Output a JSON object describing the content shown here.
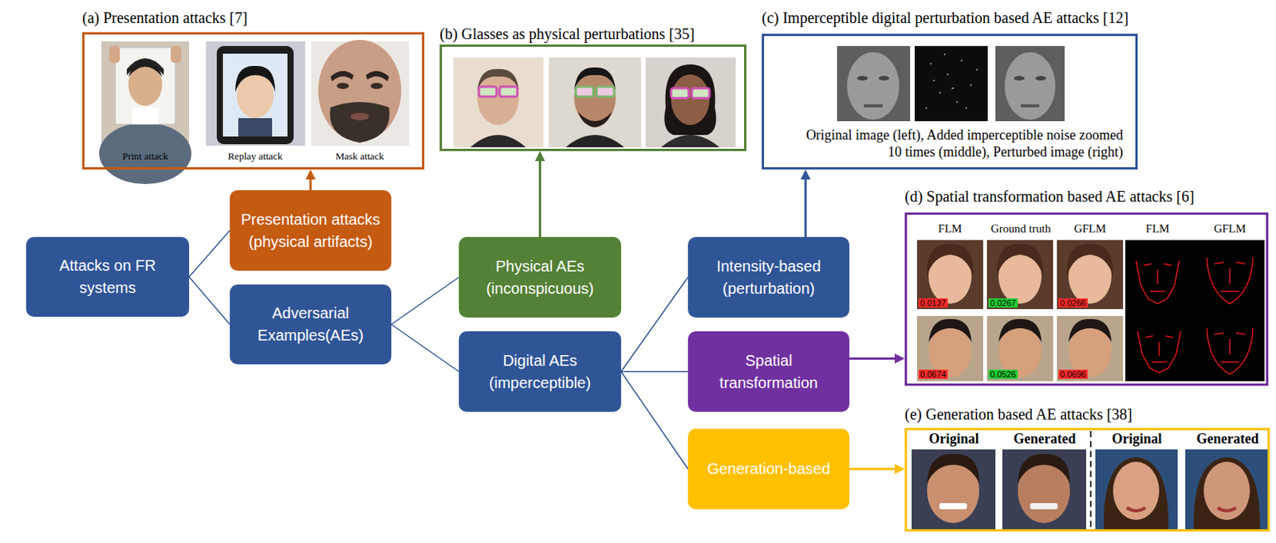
{
  "diagram": {
    "nodes": [
      {
        "text": [
          "Attacks on FR systems"
        ]
      },
      {
        "text": [
          "Presentation attacks (physical artifacts)"
        ]
      },
      {
        "text": [
          "Adversarial Examples(AEs)"
        ]
      },
      {
        "text": [
          "Physical AEs (inconspicuous)"
        ]
      },
      {
        "text": [
          "Digital AEs (imperceptible)"
        ]
      },
      {
        "text": [
          "Intensity-based (perturbation)"
        ]
      },
      {
        "text": [
          "Spatial transformation"
        ]
      },
      {
        "text": [
          "Generation-based"
        ]
      },
      {
        "text": [
          "(a) Presentation attacks [7]",
          "Print attack",
          "Replay attack",
          "Mask attack"
        ]
      },
      {
        "text": [
          "(b) Glasses as physical perturbations [35]"
        ]
      },
      {
        "text": [
          "(c) Imperceptible digital perturbation based AE attacks [12]",
          "Original image (left), Added imperceptible noise zoomed 10 times (middle), Perturbed image (right)"
        ]
      },
      {
        "text": [
          "(d) Spatial transformation based AE attacks [6]",
          "FLM",
          "Ground truth",
          "GFLM",
          "FLM",
          "GFLM",
          "0.0137",
          "0.0267",
          "0.0266",
          "0.0674",
          "0.0526",
          "0.0696"
        ]
      },
      {
        "text": [
          "(e) Generation based AE attacks [38]",
          "Original",
          "Generated",
          "Original",
          "Generated"
        ]
      }
    ],
    "edges": [
      {
        "from": 0,
        "to": 1,
        "arrow": "none"
      },
      {
        "from": 0,
        "to": 2,
        "arrow": "none"
      },
      {
        "from": 2,
        "to": 3,
        "arrow": "none"
      },
      {
        "from": 2,
        "to": 4,
        "arrow": "none"
      },
      {
        "from": 4,
        "to": 5,
        "arrow": "none"
      },
      {
        "from": 4,
        "to": 6,
        "arrow": "none"
      },
      {
        "from": 4,
        "to": 7,
        "arrow": "none"
      },
      {
        "from": 1,
        "to": 8,
        "arrow": "to"
      },
      {
        "from": 3,
        "to": 9,
        "arrow": "to"
      },
      {
        "from": 5,
        "to": 10,
        "arrow": "to"
      },
      {
        "from": 6,
        "to": 11,
        "arrow": "to"
      },
      {
        "from": 7,
        "to": 12,
        "arrow": "to"
      }
    ]
  }
}
